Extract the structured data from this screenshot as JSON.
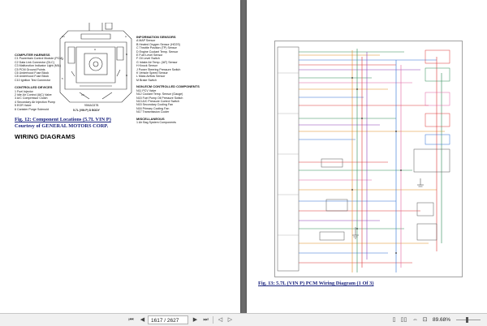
{
  "left_page": {
    "legend_left": {
      "sections": [
        {
          "heading": "COMPUTER HARNESS",
          "items": [
            "C1 Powertrain Control Module (PCM)",
            "C2 Data Link Connector (DLC)",
            "C3 Malfunction Indicator Light (MIL)",
            "C5 PCM Ground Points",
            "C6 Underhood Fuse Block",
            "C8 Underhood Fuse Block",
            "C10 Ignition Test Connector"
          ]
        },
        {
          "heading": "CONTROLLED DEVICES",
          "items": [
            "1 Fuel Injector",
            "2 Idle Air Control (IAC) Valve",
            "3 A/C Compressor Clutch",
            "4 Secondary Air Injection Pump",
            "5 EGR Valve",
            "6 Canister Purge Solenoid"
          ]
        }
      ]
    },
    "legend_right": {
      "sections": [
        {
          "heading": "INFORMATION SENSORS",
          "items": [
            "A MAP Sensor",
            "B Heated Oxygen Sensor (HO2S)",
            "C Throttle Position (TP) Sensor",
            "D Engine Coolant Temp. Sensor",
            "E Fuel Level Sensor",
            "F Oil Level Switch",
            "G Intake Air Temp. (IAT) Sensor",
            "H Knock Sensor",
            "J Power Steering Pressure Switch",
            "K Vehicle Speed Sensor",
            "L Mass Airflow Sensor",
            "M Brake Switch"
          ]
        },
        {
          "heading": "NON-ECM CONTROLLED COMPONENTS",
          "items": [
            "N11 PCV Valve",
            "N12 Coolant Temp. Sensor (Gauge)",
            "N15 Fuel Pump Oil Pressure Switch",
            "N13 A/C Pressure Control Switch",
            "N15 Secondary Cooling Fan",
            "N16 Primary Cooling Fan",
            "N17 Transmission Cooler"
          ]
        },
        {
          "heading": "MISCELLANEOUS",
          "items": [
            "1 Air Bag System Components"
          ]
        }
      ]
    },
    "figure_label": "5.7L (VIN P) D BODY",
    "figure_code": "95MAC87B",
    "caption": "Fig. 12: Component Locations (5.7L VIN P)",
    "credit": "Courtesy of GENERAL MOTORS CORP.",
    "section_heading": "WIRING DIAGRAMS"
  },
  "right_page": {
    "caption": "Fig. 13: 5.7L (VIN P) PCM Wiring Diagram (1 Of 3)"
  },
  "statusbar": {
    "current_page": "1617",
    "page_total": "/ 2627",
    "zoom": "89.68%",
    "zoom_level": 0.45
  },
  "colors": {
    "caption": "#1a237e",
    "wire_green": "#2e8b57",
    "wire_red": "#d33",
    "wire_orange": "#e08a1e",
    "wire_purple": "#8a3fb5",
    "wire_blue": "#2a6fd6",
    "wire_pink": "#e060a0"
  }
}
